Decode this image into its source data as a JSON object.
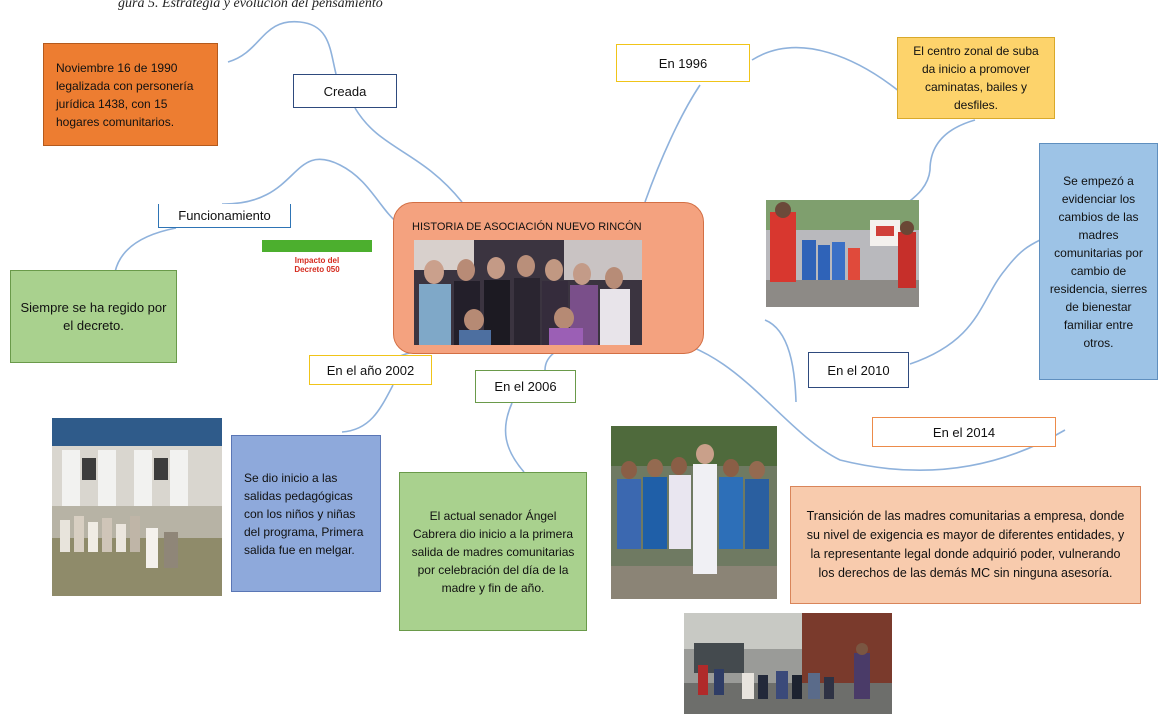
{
  "caption": "gura 5. Estrategia y evolución del pensamiento",
  "central": {
    "title": "HISTORIA DE ASOCIACIÓN NUEVO RINCÓN",
    "color": "#f4a27f"
  },
  "labels": {
    "creada": "Creada",
    "funcionamiento": "Funcionamiento",
    "y1996": "En 1996",
    "y2002": "En el año 2002",
    "y2006": "En el 2006",
    "y2010": "En el 2010",
    "y2014": "En el 2014"
  },
  "notes": {
    "creada": "Noviembre 16 de 1990 legalizada con personería jurídica 1438, con 15 hogares comunitarios.",
    "funcionamiento": "Siempre se ha regido por el decreto.",
    "y1996": "El centro zonal de suba da inicio a promover caminatas, bailes y desfiles.",
    "y2010": "Se empezó a evidenciar los cambios de las madres comunitarias por cambio de residencia, sierres de bienestar familiar entre otros.",
    "y2002": "Se dio inicio a las salidas pedagógicas con los niños y niñas del programa, Primera salida fue en melgar.",
    "y2006": "El actual senador Ángel Cabrera dio inicio a la primera salida de madres comunitarias por celebración del día de la madre y fin de año.",
    "y2014": "Transición de las madres comunitarias a empresa, donde su nivel de exigencia es mayor de diferentes entidades, y la representante legal donde adquirió poder, vulnerando los derechos de las demás MC sin ninguna asesoría."
  },
  "decree_image": {
    "title": "Impacto del Decreto 050"
  },
  "colors": {
    "orange": "#ed7d31",
    "yellow": "#fdd36b",
    "blue_note": "#9dc3e6",
    "green": "#a9d18e",
    "purple_note": "#8ea9db",
    "salmon": "#f8cbad"
  }
}
